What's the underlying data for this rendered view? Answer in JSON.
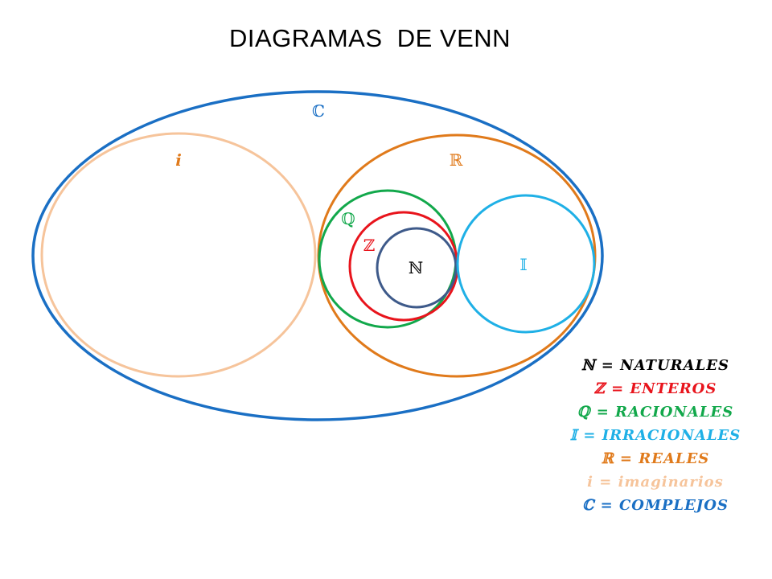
{
  "title": "DIAGRAMAS  DE VENN",
  "colors": {
    "complejos": "#1a6fc4",
    "imaginarios": "#f6c49b",
    "reales": "#e07a1b",
    "racionales": "#12a84b",
    "enteros": "#e8141c",
    "naturales": "#3e5a8a",
    "irracionales": "#1fb0e6",
    "legend_naturales": "#000000"
  },
  "sets": {
    "complejos": "ℂ",
    "imaginarios": "i",
    "reales": "ℝ",
    "racionales": "ℚ",
    "enteros": "ℤ",
    "naturales": "ℕ",
    "irracionales": "𝕀"
  },
  "legend": [
    {
      "key": "naturales",
      "text": "ℕ = NATURALES"
    },
    {
      "key": "enteros",
      "text": "ℤ = ENTEROS"
    },
    {
      "key": "racionales",
      "text": "ℚ = RACIONALES"
    },
    {
      "key": "irracionales",
      "text": "𝕀 = IRRACIONALES"
    },
    {
      "key": "reales",
      "text": "ℝ = REALES"
    },
    {
      "key": "imaginarios",
      "text": "i = imaginarios"
    },
    {
      "key": "complejos",
      "text": "ℂ = COMPLEJOS"
    }
  ]
}
